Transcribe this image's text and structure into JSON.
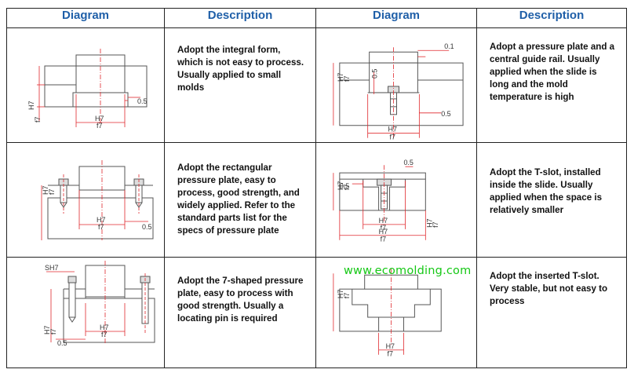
{
  "header": {
    "col1": "Diagram",
    "col2": "Description",
    "col3": "Diagram",
    "col4": "Description"
  },
  "rows": [
    {
      "left_desc": "Adopt the integral form, which is not easy to process. Usually applied to small molds",
      "right_desc": "Adopt a pressure plate and a central guide rail. Usually applied when the slide is long and the mold temperature is high"
    },
    {
      "left_desc": "Adopt the rectangular pressure plate, easy to process, good strength, and widely applied. Refer to the standard parts list for the specs of pressure plate",
      "right_desc": "Adopt the T-slot, installed inside the slide. Usually applied when the space is relatively smaller"
    },
    {
      "left_desc": "Adopt the 7-shaped pressure plate, easy to process with good strength. Usually a locating pin is required",
      "right_desc": "Adopt the inserted T-slot. Very stable, but not easy to process"
    }
  ],
  "labels": {
    "h7": "H7",
    "f7": "f7",
    "sh7": "SH7",
    "d05": "0.5",
    "d01": "0.1"
  },
  "watermark": "www.ecomolding.com",
  "colors": {
    "header_text": "#1f5fa8",
    "dim_line": "#e0282d",
    "drawing": "#555555",
    "watermark": "#16c816"
  }
}
